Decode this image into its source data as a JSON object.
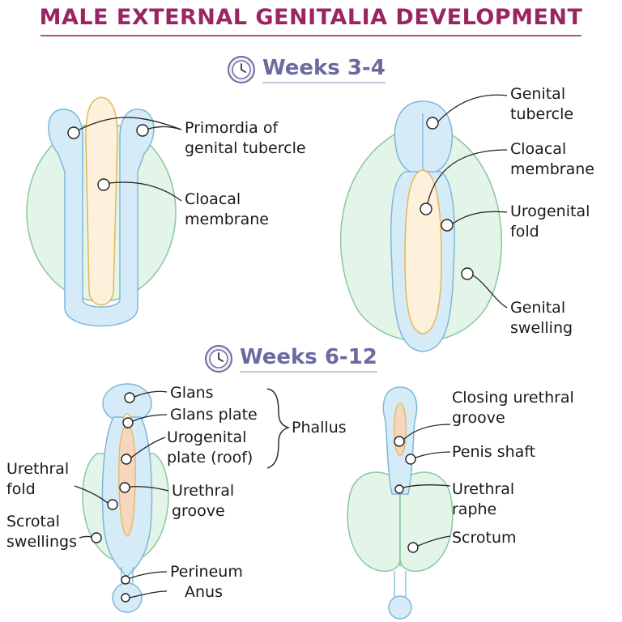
{
  "title": "MALE EXTERNAL GENITALIA DEVELOPMENT",
  "sections": [
    {
      "label": "Weeks 3-4",
      "icon": "clock-icon"
    },
    {
      "label": "Weeks 6-12",
      "icon": "clock-icon"
    }
  ],
  "labels": {
    "primordia": "Primordia of\ngenital tubercle",
    "cloacal_left": "Cloacal\nmembrane",
    "genital_tubercle": "Genital\ntubercle",
    "cloacal_right": "Cloacal\nmembrane",
    "urogenital_fold": "Urogenital\nfold",
    "genital_swelling": "Genital\nswelling",
    "glans": "Glans",
    "glans_plate": "Glans plate",
    "urogenital_plate": "Urogenital\nplate (roof)",
    "phallus": "Phallus",
    "urethral_fold": "Urethral\nfold",
    "urethral_groove": "Urethral\ngroove",
    "scrotal_swellings": "Scrotal\nswellings",
    "perineum": "Perineum",
    "anus": "Anus",
    "closing_urethral_groove": "Closing urethral\ngroove",
    "penis_shaft": "Penis shaft",
    "urethral_raphe": "Urethral\nraphe",
    "scrotum": "Scrotum"
  },
  "colors": {
    "title": "#9b2560",
    "section": "#6b6aa0",
    "blue_fill": "#d5ecf8",
    "blue_stroke": "#7fb6da",
    "green_fill": "#e3f4e8",
    "green_stroke": "#8cc7a0",
    "cream_fill": "#fdf1dc",
    "cream_stroke": "#e2b75a",
    "peach_fill": "#f6d6bd"
  }
}
